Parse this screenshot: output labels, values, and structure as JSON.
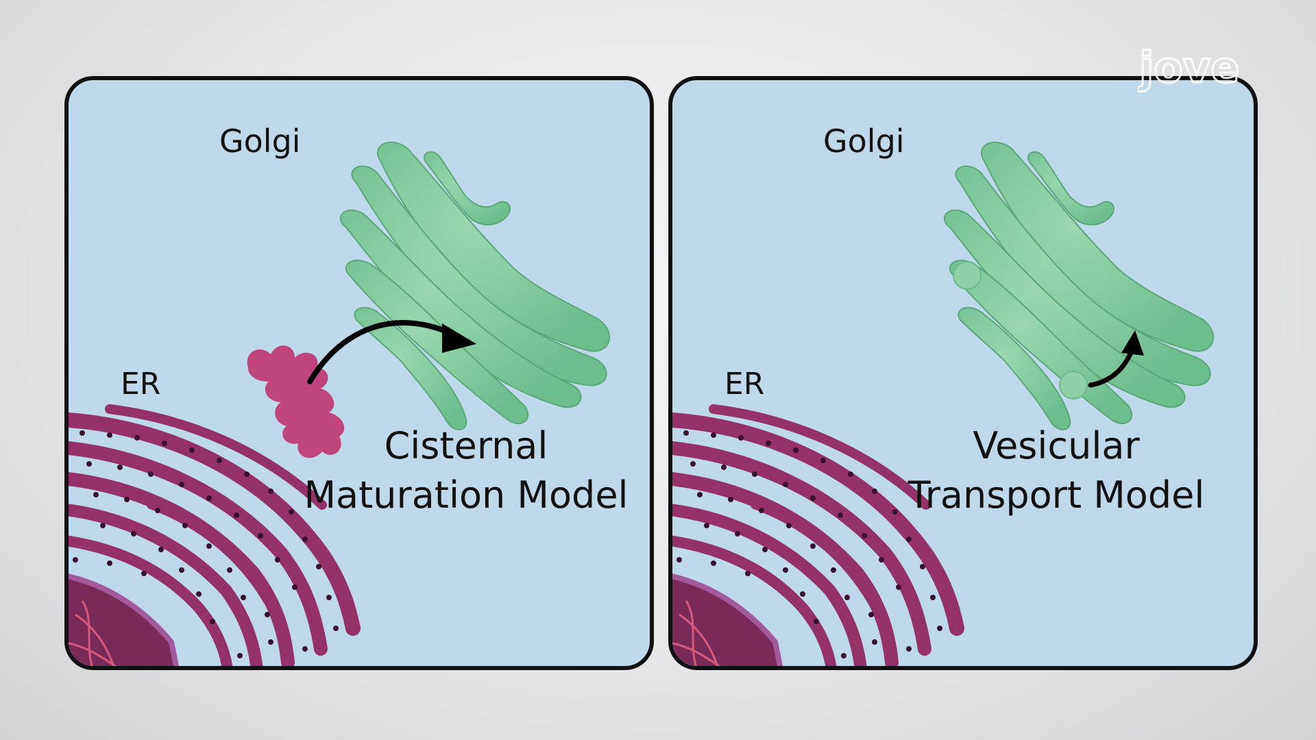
{
  "logo": {
    "text": "jove"
  },
  "panels": {
    "left": {
      "golgi_label": "Golgi",
      "er_label": "ER",
      "model_line1": "Cisternal",
      "model_line2": "Maturation Model"
    },
    "right": {
      "golgi_label": "Golgi",
      "er_label": "ER",
      "model_line1": "Vesicular",
      "model_line2": "Transport Model"
    }
  },
  "colors": {
    "background": "#e8e8ea",
    "panel_fill": "#bfd9ec",
    "panel_border": "#101010",
    "golgi": "#7cc79a",
    "golgi_edge": "#5aa878",
    "er": "#94306a",
    "er_dots": "#3a1030",
    "nucleus": "#7a2a58",
    "cargo": "#c0457f",
    "arrow": "#000000"
  },
  "icons": [
    "golgi-apparatus",
    "endoplasmic-reticulum",
    "nucleus",
    "cargo-protein",
    "transport-vesicle",
    "arrow"
  ]
}
